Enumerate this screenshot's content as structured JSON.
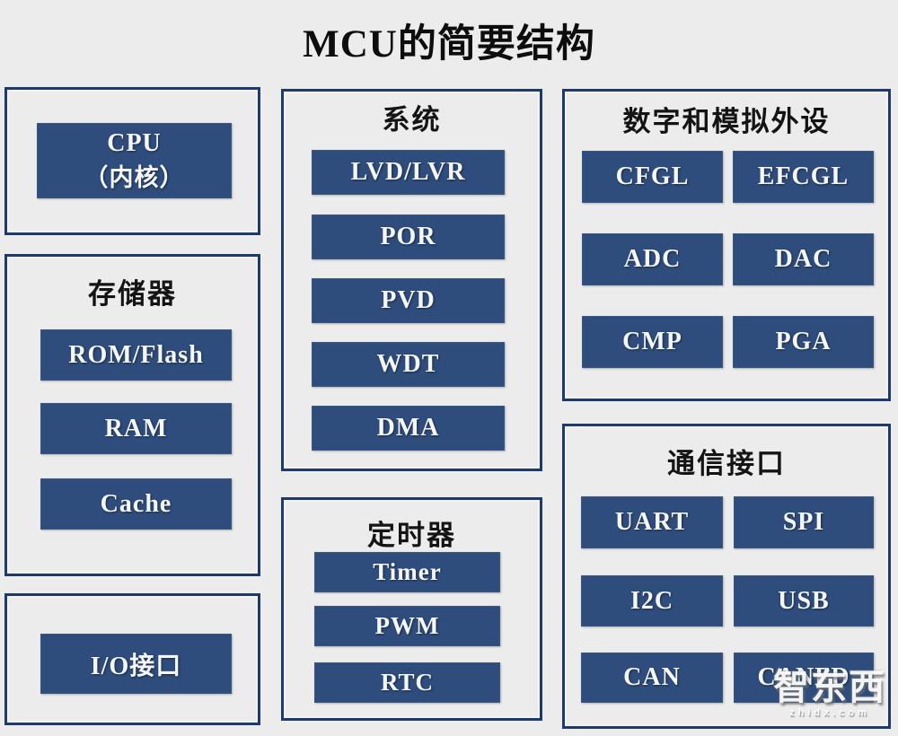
{
  "title": "MCU的简要结构",
  "colors": {
    "background": "#ececec",
    "box_fill": "#2e4c7c",
    "box_border": "#1e3a6b",
    "box_text": "#f5f7fa",
    "header_text": "#141414"
  },
  "sections": {
    "cpu": {
      "line1": "CPU",
      "line2": "（内核）"
    },
    "memory": {
      "header": "存储器",
      "items": [
        "ROM/Flash",
        "RAM",
        "Cache"
      ]
    },
    "io": {
      "label": "I/O接口"
    },
    "system": {
      "header": "系统",
      "items": [
        "LVD/LVR",
        "POR",
        "PVD",
        "WDT",
        "DMA"
      ]
    },
    "timer": {
      "header": "定时器",
      "items": [
        "Timer",
        "PWM",
        "RTC"
      ]
    },
    "peripherals": {
      "header": "数字和模拟外设",
      "items": [
        "CFGL",
        "EFCGL",
        "ADC",
        "DAC",
        "CMP",
        "PGA"
      ]
    },
    "comm": {
      "header": "通信接口",
      "items": [
        "UART",
        "SPI",
        "I2C",
        "USB",
        "CAN",
        "CANFD"
      ]
    }
  },
  "watermark": {
    "logo": "智东西",
    "domain": "zhidx.com"
  }
}
